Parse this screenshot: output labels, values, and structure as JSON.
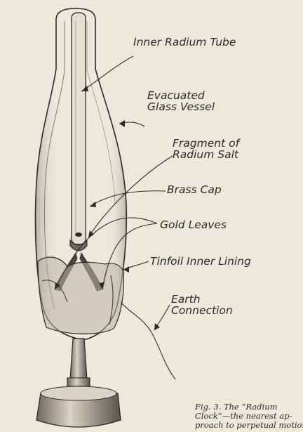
{
  "labels": {
    "inner_radium_tube": "Inner Radium Tube",
    "evacuated_glass_vessel": [
      "Evacuated",
      "Glass Vessel"
    ],
    "fragment_of_radium_salt": [
      "Fragment of",
      "Radium Salt"
    ],
    "brass_cap": "Brass Cap",
    "gold_leaves": "Gold Leaves",
    "tinfoil_inner_lining": "Tinfoil Inner Lining",
    "earth_connection": [
      "Earth",
      "Connection"
    ]
  },
  "caption": {
    "line1": "Fig. 3. The “Radium",
    "line2": "Clock”—the nearest ap-",
    "line3": "proach to perpetual motion"
  },
  "colors": {
    "paper": "#ece8dc",
    "ink": "#2b2926",
    "shade": "#7d776c"
  }
}
